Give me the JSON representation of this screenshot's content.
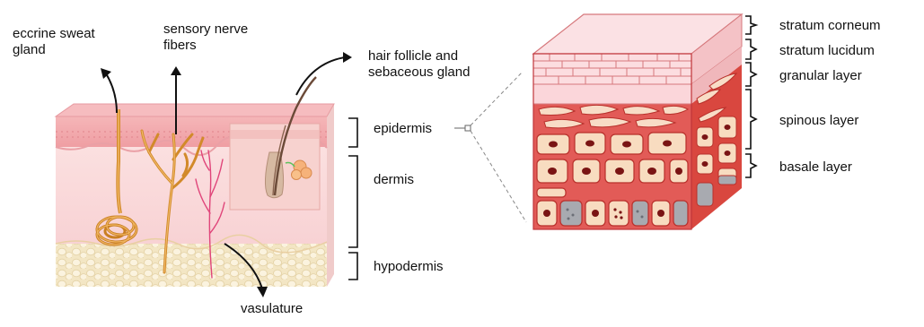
{
  "labels": {
    "eccrine_sweat_gland": "eccrine sweat gland",
    "sensory_nerve_fibers": "sensory nerve fibers",
    "hair_follicle": "hair follicle and sebaceous gland",
    "epidermis": "epidermis",
    "dermis": "dermis",
    "hypodermis": "hypodermis",
    "vasulature": "vasulature",
    "stratum_corneum": "stratum corneum",
    "stratum_lucidum": "stratum lucidum",
    "granular_layer": "granular layer",
    "spinous_layer": "spinous layer",
    "basale_layer": "basale layer"
  },
  "colors": {
    "epidermis_pink": "#f3a7aa",
    "dermis_pink": "#f8d6d6",
    "hypodermis_cream": "#f5ebcf",
    "cell_cream": "#f8dcc0",
    "cell_border": "#c13a3a",
    "nucleus": "#7a1414",
    "gland_orange": "#d28a2a",
    "vessel_red": "#e0457a",
    "basal_gray": "#a8aab0"
  }
}
